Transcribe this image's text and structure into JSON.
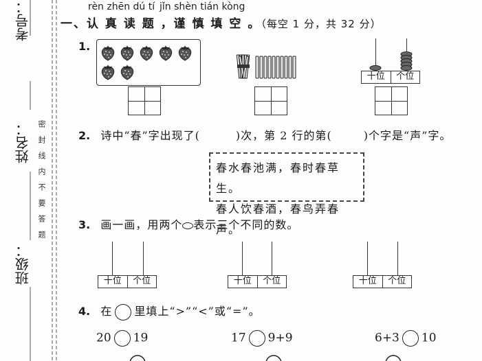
{
  "sidebar": {
    "exam_number_label": "考号：",
    "name_label": "姓名：",
    "class_label": "班级：",
    "seal_text": "密封线内不要答题"
  },
  "section1": {
    "pinyin": [
      "rèn zhēn dú tí",
      "jǐn shèn tián kòng"
    ],
    "title": "一、认 真 读 题 ，谨 慎 填 空 。",
    "note": "（每空 1 分，共 32 分）"
  },
  "q1": {
    "number": "1.",
    "strawberry_count": 7,
    "bundle_sticks": 10,
    "loose_sticks": 10,
    "abacus_tens_beads": 1,
    "abacus_ones_beads": 5,
    "tens_label": "十位",
    "ones_label": "个位"
  },
  "q2": {
    "number": "2.",
    "text_a": "诗中“春”字出现了(",
    "text_b": ")次，第 2 行的第(",
    "text_c": ")个字是“声”字。",
    "poem_lines": [
      "春水春池满，春时春草生。",
      "春人饮春酒，春鸟弄春声。"
    ]
  },
  "q3": {
    "number": "3.",
    "text_a": "画一画，用两个",
    "text_b": "表示三个不同的数。",
    "tens_label": "十位",
    "ones_label": "个位"
  },
  "q4": {
    "number": "4.",
    "text_a": "在",
    "text_b": "里填上“>”“<”或“=”。",
    "row1": [
      {
        "left": "20",
        "right": "19"
      },
      {
        "left": "17",
        "right": "9+9"
      },
      {
        "left": "6+3",
        "right": "10"
      }
    ]
  }
}
